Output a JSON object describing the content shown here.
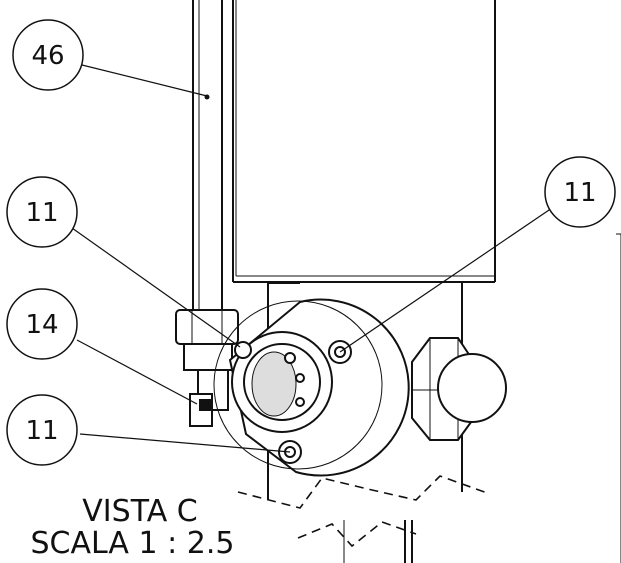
{
  "callouts": [
    {
      "id": "c46",
      "label": "46"
    },
    {
      "id": "c11a",
      "label": "11"
    },
    {
      "id": "c14",
      "label": "14"
    },
    {
      "id": "c11b",
      "label": "11"
    },
    {
      "id": "c11c",
      "label": "11"
    }
  ],
  "caption": {
    "title": "VISTA C",
    "scale": "SCALA 1 : 2.5"
  }
}
